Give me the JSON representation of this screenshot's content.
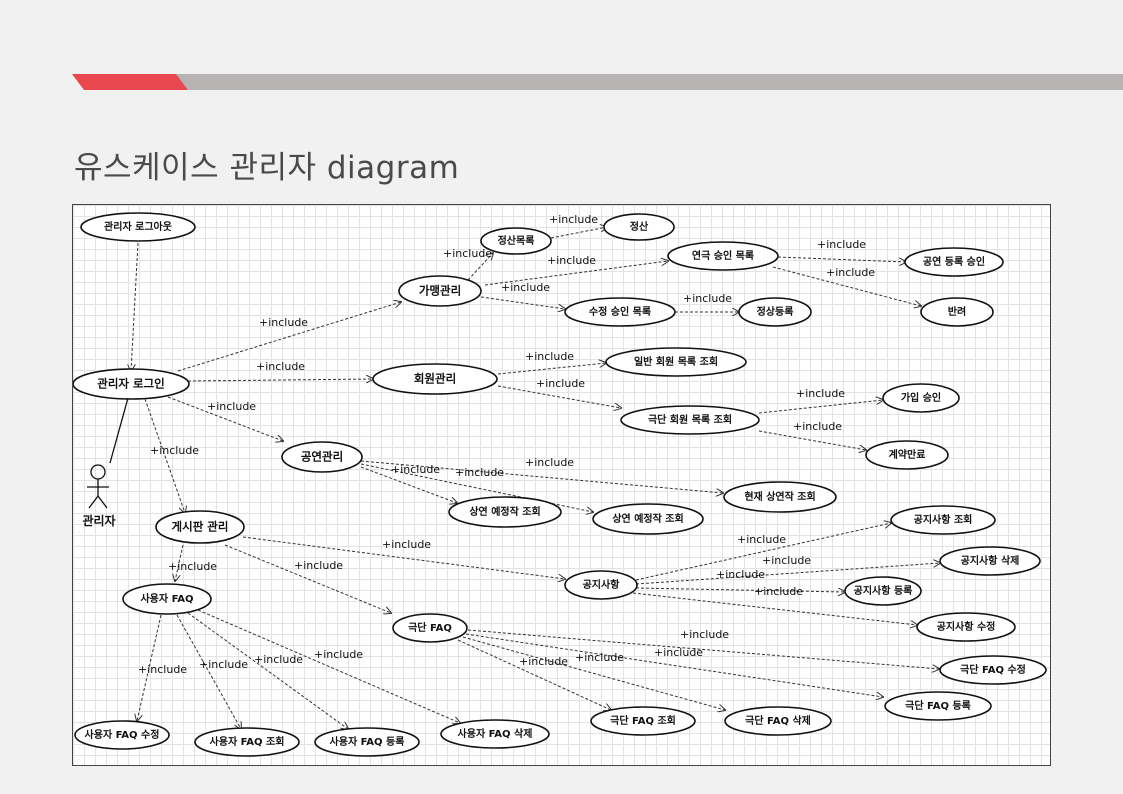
{
  "slide": {
    "title": "유스케이스 관리자 diagram"
  },
  "diagram": {
    "actor": "관리자",
    "include_label": "+include",
    "use_cases": {
      "logout": "관리자 로그아웃",
      "login": "관리자 로그인",
      "settlement_mgmt": "가맹관리",
      "settlement_list": "정산목록",
      "settlement": "정산",
      "play_approval_list": "연극 승인 목록",
      "show_reg_approval": "공연 등록 승인",
      "reject": "반려",
      "edit_approval_list": "수정 승인 목록",
      "normal_reg": "정상등록",
      "member_mgmt": "회원관리",
      "general_member_list": "일반 회원 목록 조회",
      "troupe_member_list": "극단 회원 목록 조회",
      "join_approval": "가입 승인",
      "contract_end": "계약만료",
      "show_mgmt": "공연관리",
      "current_show": "현재 상연작 조회",
      "upcoming_show_1": "상연 예정작 조회",
      "upcoming_show_2": "상연 예정작 조회",
      "board_mgmt": "게시판 관리",
      "notice": "공지사항",
      "notice_view": "공지사항 조회",
      "notice_delete": "공지사항 삭제",
      "notice_register": "공지사항 등록",
      "notice_edit": "공지사항 수정",
      "user_faq": "사용자 FAQ",
      "user_faq_edit": "사용자 FAQ 수정",
      "user_faq_view": "사용자 FAQ 조회",
      "user_faq_register": "사용자 FAQ 등록",
      "user_faq_delete": "사용자 FAQ 삭제",
      "troupe_faq": "극단 FAQ",
      "troupe_faq_edit": "극단 FAQ 수정",
      "troupe_faq_register": "극단 FAQ 등록",
      "troupe_faq_view": "극단 FAQ 조회",
      "troupe_faq_delete": "극단 FAQ 삭제"
    }
  }
}
